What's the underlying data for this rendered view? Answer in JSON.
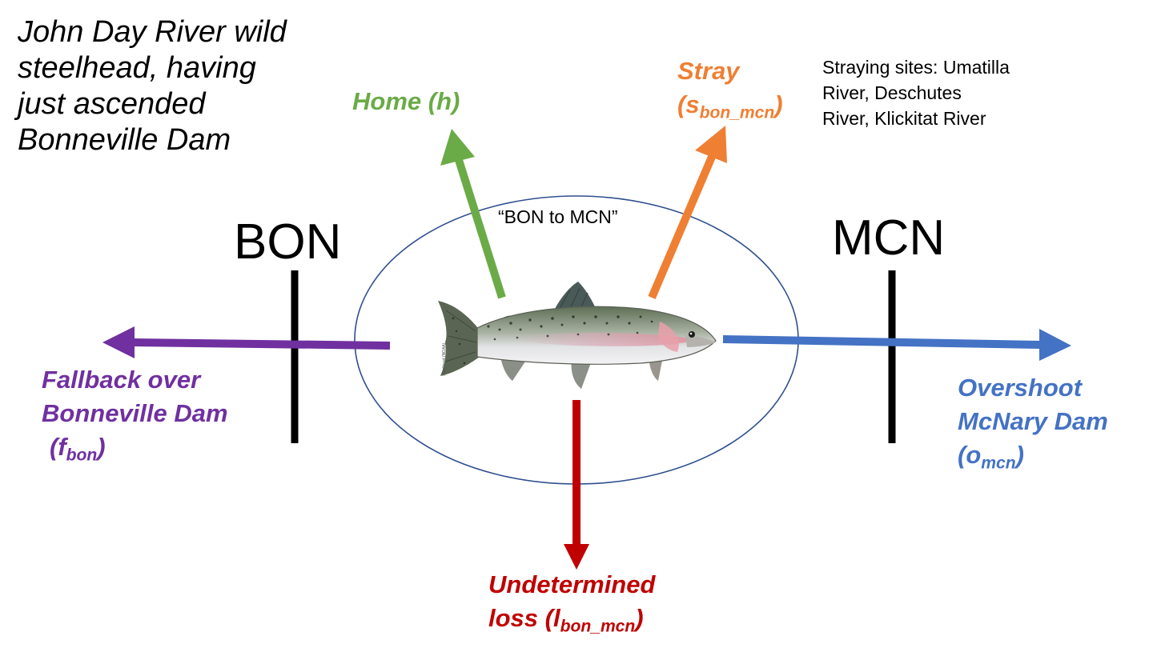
{
  "title_lines": [
    "John Day River wild",
    "steelhead, having",
    "just ascended",
    "Bonneville Dam"
  ],
  "dams": {
    "left": "BON",
    "right": "MCN"
  },
  "region_label": "“BON to MCN”",
  "fish_image_text": "Steelhead (NOAA)",
  "outcomes": {
    "home": {
      "label": "Home (h)"
    },
    "stray": {
      "label": "Stray",
      "symbol_open": "(s",
      "subscript": "bon_mcn",
      "symbol_close": ")"
    },
    "fallback": {
      "line1": "Fallback over",
      "line2": "Bonneville Dam",
      "symbol_open": "(f",
      "subscript": "bon",
      "symbol_close": ")"
    },
    "overshoot": {
      "line1": "Overshoot",
      "line2": "McNary Dam",
      "symbol_open": "(o",
      "subscript": "mcn",
      "symbol_close": ")"
    },
    "loss": {
      "line1": "Undetermined",
      "line2_prefix": "loss (l",
      "subscript": "bon_mcn",
      "symbol_close": ")"
    }
  },
  "straying_note_lines": [
    "Straying sites: Umatilla",
    "River, Deschutes",
    "River, Klickitat River"
  ],
  "colors": {
    "home": "#6aab47",
    "stray": "#ef7f33",
    "fallback": "#7030a0",
    "overshoot": "#4472c4",
    "loss": "#c00000",
    "ellipse": "#2f4f8f",
    "dam_line": "#000000"
  }
}
